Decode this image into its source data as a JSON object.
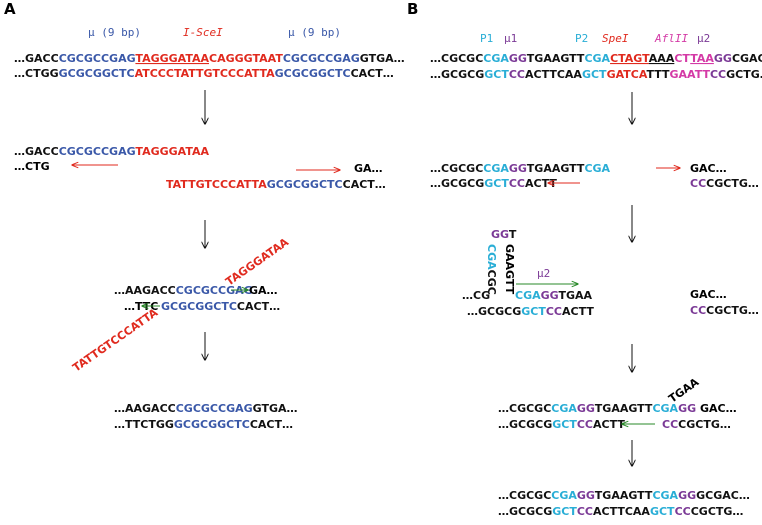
{
  "colors": {
    "black": "#111111",
    "blue": "#3a58a8",
    "red": "#e02a1e",
    "cyan": "#2aaed6",
    "purple": "#7b3a96",
    "magenta": "#d43aa6",
    "green": "#2a8a2a",
    "arrow_red": "#e02a1e"
  },
  "panel_a": {
    "label": "A",
    "header": {
      "mu_left": "μ (9 bp)",
      "site": "I-SceI",
      "mu_right": "μ (9 bp)"
    },
    "start_top": [
      {
        "t": "…GACC",
        "c": "black"
      },
      {
        "t": "CGCGCCGAG",
        "c": "blue"
      },
      {
        "t": "TAGGGATAA",
        "c": "red",
        "u": true
      },
      {
        "t": "CAGGGTAAT",
        "c": "red"
      },
      {
        "t": "CGCGCCGAG",
        "c": "blue"
      },
      {
        "t": "GTGA…",
        "c": "black"
      }
    ],
    "start_bot": [
      {
        "t": "…CTGG",
        "c": "black"
      },
      {
        "t": "GCGCGGCTC",
        "c": "blue"
      },
      {
        "t": "ATCCCTATTGTCCCATTA",
        "c": "red"
      },
      {
        "t": "GCGCGGCTC",
        "c": "blue"
      },
      {
        "t": "CACT…",
        "c": "black"
      }
    ],
    "cut_top": [
      {
        "t": "…GACC",
        "c": "black"
      },
      {
        "t": "CGCGCCGAG",
        "c": "blue"
      },
      {
        "t": "TAGGGATAA",
        "c": "red"
      }
    ],
    "cut_bot_left": "…CTG",
    "cut_top_right": "GA…",
    "cut_bot_right": [
      {
        "t": "TATTGTCCCATTA",
        "c": "red"
      },
      {
        "t": "GCGCGGCTC",
        "c": "blue"
      },
      {
        "t": "CACT…",
        "c": "black"
      }
    ],
    "anneal_top": [
      {
        "t": "…AAGACC",
        "c": "black"
      },
      {
        "t": "CGCGCCGAG",
        "c": "blue"
      }
    ],
    "anneal_top_end": "GA…",
    "anneal_bot_start": "…TTC",
    "anneal_bot": [
      {
        "t": "GCGCGGCTC",
        "c": "blue"
      },
      {
        "t": "CACT…",
        "c": "black"
      }
    ],
    "flap_up": "TAGGGATAA",
    "flap_down": "TATTGTCCCATTA",
    "final_top": [
      {
        "t": "…AAGACC",
        "c": "black"
      },
      {
        "t": "CGCGCCGAG",
        "c": "blue"
      },
      {
        "t": "GTGA…",
        "c": "black"
      }
    ],
    "final_bot": [
      {
        "t": "…TTCTGG",
        "c": "black"
      },
      {
        "t": "GCGCGGCTC",
        "c": "blue"
      },
      {
        "t": "CACT…",
        "c": "black"
      }
    ]
  },
  "panel_b": {
    "label": "B",
    "header": {
      "p1": "P1",
      "mu1": "μ1",
      "p2": "P2",
      "spe": "SpeI",
      "afl": "AflII",
      "mu2": "μ2"
    },
    "start_top": [
      {
        "t": "…CGCGC",
        "c": "black"
      },
      {
        "t": "CGA",
        "c": "cyan"
      },
      {
        "t": "GG",
        "c": "purple"
      },
      {
        "t": "TGAAGTT",
        "c": "black"
      },
      {
        "t": "CGA",
        "c": "cyan"
      },
      {
        "t": "CTAGT",
        "c": "red",
        "u": true
      },
      {
        "t": "AAA",
        "c": "black",
        "u": true
      },
      {
        "t": "CT",
        "c": "magenta"
      },
      {
        "t": "TAA",
        "c": "magenta",
        "u": true
      },
      {
        "t": "GG",
        "c": "purple"
      },
      {
        "t": "CGAC…",
        "c": "black"
      }
    ],
    "start_bot": [
      {
        "t": "…GCGCG",
        "c": "black"
      },
      {
        "t": "GCT",
        "c": "cyan"
      },
      {
        "t": "CC",
        "c": "purple"
      },
      {
        "t": "ACTTCAA",
        "c": "black"
      },
      {
        "t": "GCT",
        "c": "cyan"
      },
      {
        "t": "GATCA",
        "c": "red"
      },
      {
        "t": "TTT",
        "c": "black"
      },
      {
        "t": "GAATT",
        "c": "magenta"
      },
      {
        "t": "CC",
        "c": "purple"
      },
      {
        "t": "GCTG…",
        "c": "black"
      }
    ],
    "cut_top": [
      {
        "t": "…CGCGC",
        "c": "black"
      },
      {
        "t": "CGA",
        "c": "cyan"
      },
      {
        "t": "GG",
        "c": "purple"
      },
      {
        "t": "TGAAGTT",
        "c": "black"
      },
      {
        "t": "CGA",
        "c": "cyan"
      }
    ],
    "cut_bot": [
      {
        "t": "…GCGCG",
        "c": "black"
      },
      {
        "t": "GCT",
        "c": "cyan"
      },
      {
        "t": "CC",
        "c": "purple"
      },
      {
        "t": "ACTT",
        "c": "black"
      }
    ],
    "cut_right_top": "GAC…",
    "cut_right_bot": [
      {
        "t": "CC",
        "c": "purple"
      },
      {
        "t": "CGCTG…",
        "c": "black"
      }
    ],
    "loop_left": [
      {
        "t": "CGA",
        "c": "cyan"
      },
      {
        "t": "CGC",
        "c": "black"
      }
    ],
    "loop_top": [
      {
        "t": "GG",
        "c": "purple"
      },
      {
        "t": "T",
        "c": "black"
      }
    ],
    "loop_right": "GAAGTT",
    "mu2_label": "μ2",
    "hp_top": [
      {
        "t": "…CG",
        "c": "black"
      }
    ],
    "hp_top_right": [
      {
        "t": "CGA",
        "c": "cyan"
      },
      {
        "t": "GG",
        "c": "purple"
      },
      {
        "t": "TGAA",
        "c": "black"
      }
    ],
    "hp_bot": [
      {
        "t": "…GCGCG",
        "c": "black"
      },
      {
        "t": "GCT",
        "c": "cyan"
      },
      {
        "t": "CC",
        "c": "purple"
      },
      {
        "t": "ACTT",
        "c": "black"
      }
    ],
    "hp_right_top": "GAC…",
    "hp_right_bot": [
      {
        "t": "CC",
        "c": "purple"
      },
      {
        "t": "CGCTG…",
        "c": "black"
      }
    ],
    "ann_top": [
      {
        "t": "…CGCGC",
        "c": "black"
      },
      {
        "t": "CGA",
        "c": "cyan"
      },
      {
        "t": "GG",
        "c": "purple"
      },
      {
        "t": "TGAAGTT",
        "c": "black"
      },
      {
        "t": "CGA",
        "c": "cyan"
      },
      {
        "t": "GG",
        "c": "purple"
      }
    ],
    "ann_flap": "TGAA",
    "ann_top_right": "GAC…",
    "ann_bot": [
      {
        "t": "…GCGCG",
        "c": "black"
      },
      {
        "t": "GCT",
        "c": "cyan"
      },
      {
        "t": "CC",
        "c": "purple"
      },
      {
        "t": "ACTT",
        "c": "black"
      }
    ],
    "ann_bot_right": [
      {
        "t": "CC",
        "c": "purple"
      },
      {
        "t": "CGCTG…",
        "c": "black"
      }
    ],
    "final_top": [
      {
        "t": "…CGCGC",
        "c": "black"
      },
      {
        "t": "CGA",
        "c": "cyan"
      },
      {
        "t": "GG",
        "c": "purple"
      },
      {
        "t": "TGAAGTT",
        "c": "black"
      },
      {
        "t": "CGA",
        "c": "cyan"
      },
      {
        "t": "GG",
        "c": "purple"
      },
      {
        "t": "GCGAC…",
        "c": "black"
      }
    ],
    "final_bot": [
      {
        "t": "…GCGCG",
        "c": "black"
      },
      {
        "t": "GCT",
        "c": "cyan"
      },
      {
        "t": "CC",
        "c": "purple"
      },
      {
        "t": "ACTTCAA",
        "c": "black"
      },
      {
        "t": "GCT",
        "c": "cyan"
      },
      {
        "t": "CC",
        "c": "purple"
      },
      {
        "t": "CGCTG…",
        "c": "black"
      }
    ]
  }
}
